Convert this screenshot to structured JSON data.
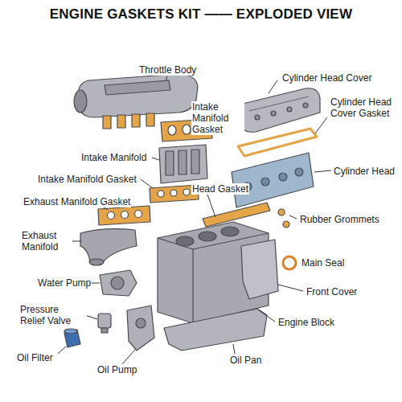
{
  "diagram": {
    "title": "ENGINE GASKETS KIT —— EXPLODED VIEW",
    "labels": [
      "Throttle Body",
      "Cylinder Head Cover",
      "Intake Manifold Gasket",
      "Cylinder Head Cover Gasket",
      "Intake Manifold",
      "Cylinder Head",
      "Intake Manifold Gasket",
      "Head Gasket",
      "Exhaust Manifold Gasket",
      "Rubber Grommets",
      "Exhaust Manifold",
      "Main Seal",
      "Water Pump",
      "Front Cover",
      "Pressure Relief Valve",
      "Engine Block",
      "Oil Filter",
      "Oil Pump",
      "Oil Pan"
    ]
  }
}
